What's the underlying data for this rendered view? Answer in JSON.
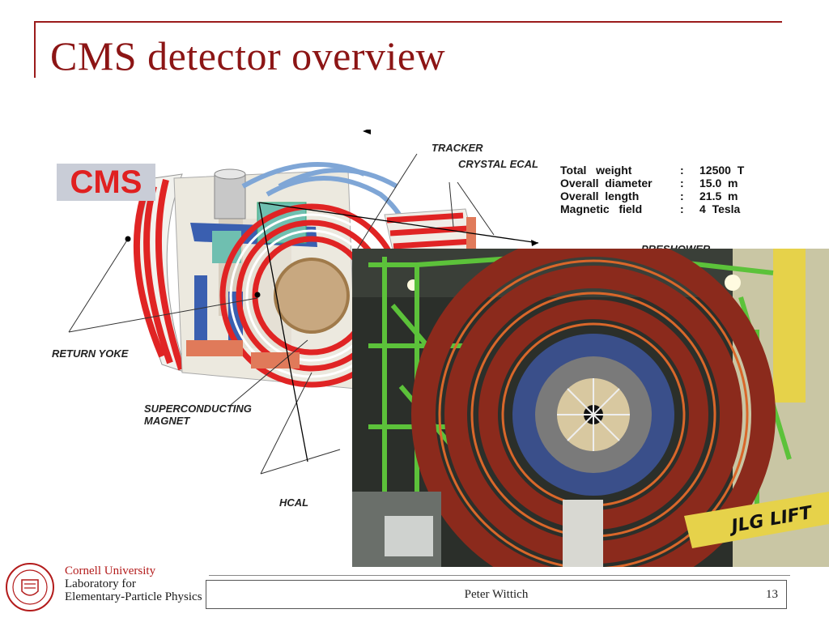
{
  "slide": {
    "title": "CMS detector overview",
    "cms_badge": "CMS",
    "labels": {
      "tracker": "TRACKER",
      "crystal_ecal": "CRYSTAL ECAL",
      "preshower": "PRESHOWER",
      "return_yoke": "RETURN YOKE",
      "superconducting_magnet_line1": "SUPERCONDUCTING",
      "superconducting_magnet_line2": "MAGNET",
      "hcal": "HCAL"
    },
    "specs": [
      {
        "key": "Total   weight",
        "colon": ":",
        "value": "12500  T"
      },
      {
        "key": "Overall  diameter",
        "colon": ":",
        "value": "15.0  m"
      },
      {
        "key": "Overall  length",
        "colon": ":",
        "value": "21.5  m"
      },
      {
        "key": "Magnetic   field",
        "colon": ":",
        "value": "4  Tesla"
      }
    ],
    "photo_sign": "JLG LIFT"
  },
  "footer": {
    "institution": "Cornell University",
    "lab_line1": "Laboratory for",
    "lab_line2": "Elementary-Particle Physics",
    "author": "Peter Wittich",
    "page_number": "13"
  },
  "colors": {
    "title": "#8c1515",
    "cornell_red": "#b31b1b",
    "yoke_red": "#e02424",
    "steel_blue": "#7fa6d6",
    "frame_green": "#5cc23a",
    "iron_brown": "#8b2a1c"
  }
}
